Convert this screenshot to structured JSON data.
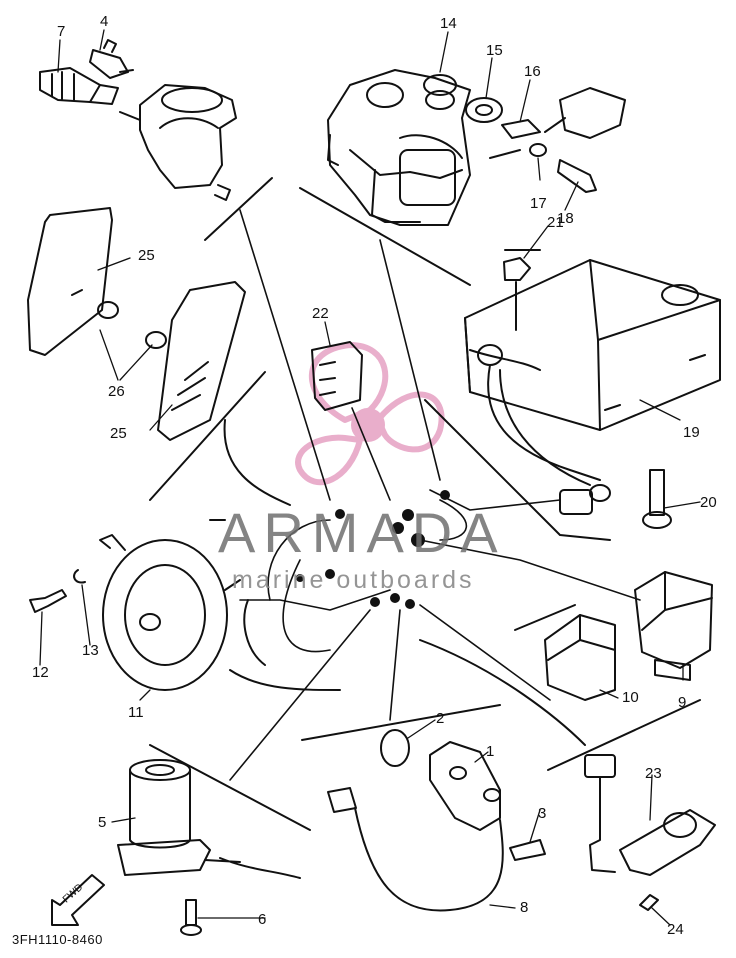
{
  "callouts": [
    "1",
    "2",
    "3",
    "4",
    "5",
    "6",
    "7",
    "8",
    "9",
    "10",
    "11",
    "12",
    "13",
    "14",
    "15",
    "16",
    "17",
    "18",
    "19",
    "20",
    "21",
    "22",
    "23",
    "24",
    "25",
    "25",
    "26"
  ],
  "watermark": {
    "brand": "ARMADA",
    "tagline": "marine outboards",
    "logo_color": "#e7a6c6"
  },
  "fwd_label": "FWD",
  "drawing_code": "3FH1110-8460"
}
